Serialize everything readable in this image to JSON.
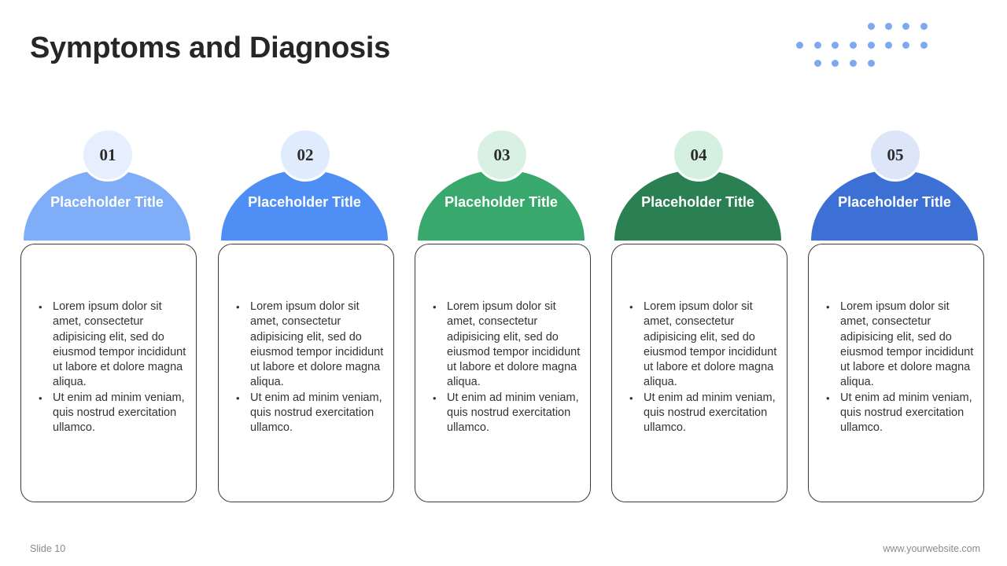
{
  "slide": {
    "title": "Symptoms and Diagnosis",
    "footer_left": "Slide 10",
    "footer_right": "www.yourwebsite.com",
    "decoration_color": "#7ea8f0"
  },
  "steps": [
    {
      "number": "01",
      "title": "Placeholder Title",
      "dome_color": "#7fadf7",
      "circle_color": "#e6effd",
      "bullets": [
        "Lorem ipsum dolor sit amet, consectetur adipisicing elit, sed do eiusmod tempor incididunt ut labore et dolore magna aliqua.",
        "Ut enim ad minim veniam, quis nostrud exercitation ullamco."
      ]
    },
    {
      "number": "02",
      "title": "Placeholder Title",
      "dome_color": "#4f8ef5",
      "circle_color": "#e0ebfd",
      "bullets": [
        "Lorem ipsum dolor sit amet, consectetur adipisicing elit, sed do eiusmod tempor incididunt ut labore et dolore magna aliqua.",
        "Ut enim ad minim veniam, quis nostrud exercitation ullamco."
      ]
    },
    {
      "number": "03",
      "title": "Placeholder Title",
      "dome_color": "#38a86c",
      "circle_color": "#d9f1e4",
      "bullets": [
        "Lorem ipsum dolor sit amet, consectetur adipisicing elit, sed do eiusmod tempor incididunt ut labore et dolore magna aliqua.",
        "Ut enim ad minim veniam, quis nostrud exercitation ullamco."
      ]
    },
    {
      "number": "04",
      "title": "Placeholder Title",
      "dome_color": "#2a7f53",
      "circle_color": "#d5f0e1",
      "bullets": [
        "Lorem ipsum dolor sit amet, consectetur adipisicing elit, sed do eiusmod tempor incididunt ut labore et dolore magna aliqua.",
        "Ut enim ad minim veniam, quis nostrud exercitation ullamco."
      ]
    },
    {
      "number": "05",
      "title": "Placeholder Title",
      "dome_color": "#3c70d4",
      "circle_color": "#dce6f8",
      "bullets": [
        "Lorem ipsum dolor sit amet, consectetur adipisicing elit, sed do eiusmod tempor incididunt ut labore et dolore magna aliqua.",
        "Ut enim ad minim veniam, quis nostrud exercitation ullamco."
      ]
    }
  ]
}
